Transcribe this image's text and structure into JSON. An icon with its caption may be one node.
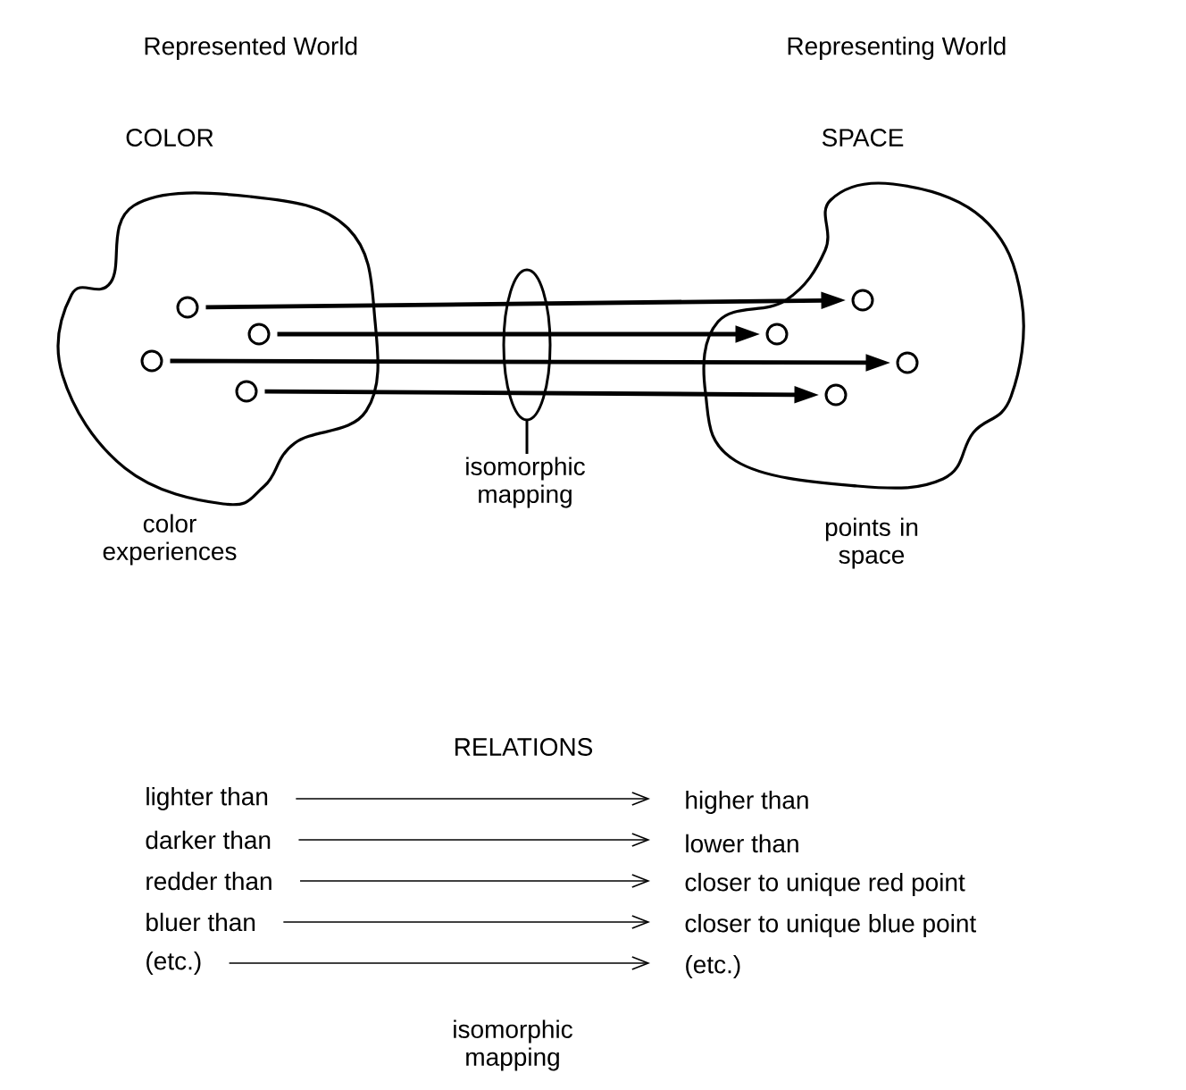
{
  "diagram": {
    "nodes": [
      {
        "text": [
          "COLOR"
        ],
        "beside": [
          "color experiences"
        ]
      },
      {
        "text": [
          "SPACE"
        ],
        "beside": [
          "points in space"
        ]
      },
      {
        "text": [],
        "shape": "circle",
        "in": 0
      },
      {
        "text": [],
        "shape": "circle",
        "in": 0
      },
      {
        "text": [],
        "shape": "circle",
        "in": 0
      },
      {
        "text": [],
        "shape": "circle",
        "in": 0
      },
      {
        "text": [],
        "shape": "circle",
        "in": 1
      },
      {
        "text": [],
        "shape": "circle",
        "in": 1
      },
      {
        "text": [],
        "shape": "circle",
        "in": 1
      },
      {
        "text": [],
        "shape": "circle",
        "in": 1
      },
      {
        "text": [
          "lighter than"
        ]
      },
      {
        "text": [
          "darker than"
        ]
      },
      {
        "text": [
          "redder than"
        ]
      },
      {
        "text": [
          "bluer than"
        ]
      },
      {
        "text": [
          "(etc.)"
        ]
      },
      {
        "text": [
          "higher than"
        ]
      },
      {
        "text": [
          "lower than"
        ]
      },
      {
        "text": [
          "closer to unique red point"
        ]
      },
      {
        "text": [
          "closer to unique blue point"
        ]
      },
      {
        "text": [
          "(etc.)"
        ]
      }
    ],
    "edges": [
      {
        "from": 2,
        "to": 6,
        "arrow": "to",
        "style": "thick"
      },
      {
        "from": 3,
        "to": 7,
        "arrow": "to",
        "style": "thick"
      },
      {
        "from": 4,
        "to": 8,
        "arrow": "to",
        "style": "thick"
      },
      {
        "from": 5,
        "to": 9,
        "arrow": "to",
        "style": "thick"
      },
      {
        "from": 10,
        "to": 15,
        "arrow": "to"
      },
      {
        "from": 11,
        "to": 16,
        "arrow": "to"
      },
      {
        "from": 12,
        "to": 17,
        "arrow": "to"
      },
      {
        "from": 13,
        "to": 18,
        "arrow": "to"
      },
      {
        "from": 14,
        "to": 19,
        "arrow": "to"
      }
    ],
    "labels": [
      "Represented World",
      "Representing World",
      "isomorphic mapping",
      "RELATIONS",
      "isomorphic mapping"
    ]
  }
}
